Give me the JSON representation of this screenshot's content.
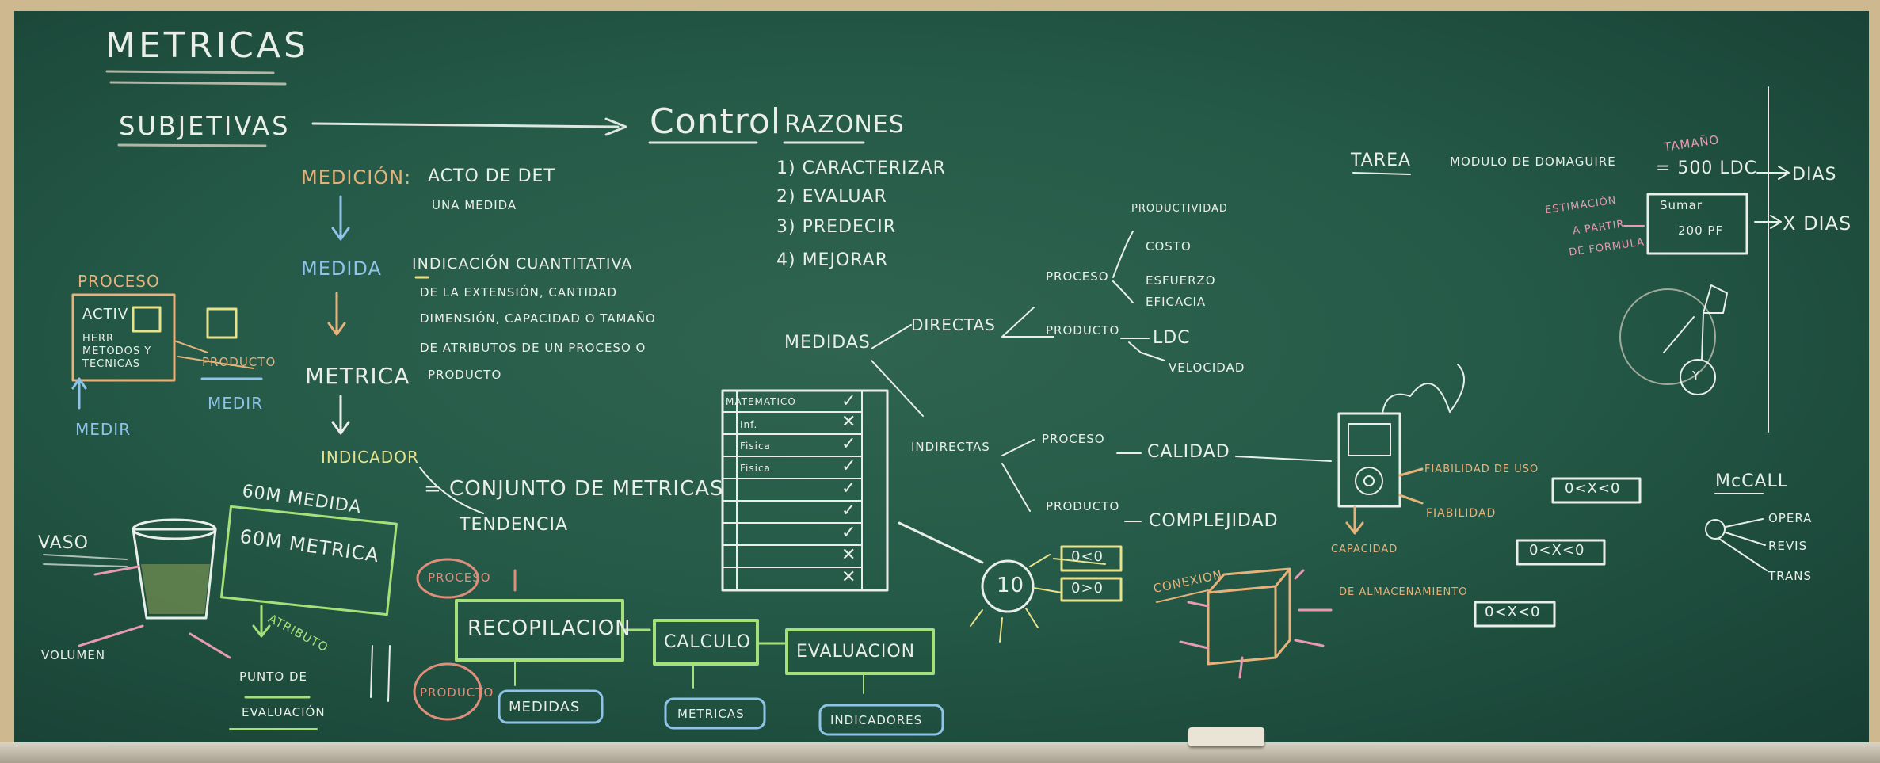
{
  "board": {
    "title": "METRICAS",
    "subjetivas": "SUBJETIVAS",
    "control": "Control",
    "razones": "RAZONES",
    "razones_list": [
      "1) CARACTERIZAR",
      "2) EVALUAR",
      "3) PREDECIR",
      "4) MEJORAR"
    ],
    "medicion": "MEDICIÓN:",
    "medicion_def": [
      "ACTO DE DET",
      "UNA MEDIDA"
    ],
    "medida": "MEDIDA",
    "medida_def": [
      "INDICACIÓN CUANTITATIVA",
      "DE LA EXTENSIÓN, CANTIDAD",
      "DIMENSIÓN, CAPACIDAD O TAMAÑO",
      "DE ATRIBUTOS DE UN PROCESO O",
      "PRODUCTO"
    ],
    "metrica": "METRICA",
    "indicador": "INDICADOR",
    "indicador_def": [
      "= CONJUNTO DE METRICAS",
      "TENDENCIA"
    ],
    "proceso_box": {
      "title": "PROCESO",
      "items": [
        "ACTIV",
        "HERR",
        "METODOS Y",
        "TECNICAS"
      ],
      "producto": "PRODUCTO",
      "medir": "MEDIR",
      "medir2": "MEDIR"
    },
    "glass": {
      "vaso": "VASO",
      "volumen": "VOLUMEN",
      "label1": "60M MEDIDA",
      "label2": "60M METRICA",
      "atributo": "ATRIBUTO",
      "punto": [
        "PUNTO DE",
        "EVALUACIÓN"
      ]
    },
    "flow": {
      "proceso": "PROCESO",
      "producto": "PRODUCTO",
      "steps": [
        "RECOPILACION",
        "CALCULO",
        "EVALUACION"
      ],
      "outputs": [
        "MEDIDAS",
        "METRICAS",
        "INDICADORES"
      ]
    },
    "checklist": {
      "rows": [
        "MATEMATICO",
        "Inf.",
        "Fisica",
        "Fisica"
      ]
    },
    "medidas": {
      "label": "MEDIDAS",
      "directas": "DIRECTAS",
      "indirectas": "INDIRECTAS",
      "proceso": "PROCESO",
      "producto": "PRODUCTO",
      "proceso_items": [
        "PRODUCTIVIDAD",
        "COSTO",
        "ESFUERZO",
        "EFICACIA"
      ],
      "producto_items": [
        "LDC",
        "VELOCIDAD"
      ],
      "ind_proceso": "PROCESO",
      "calidad": "CALIDAD",
      "ind_producto": "PRODUCTO",
      "complejidad": "COMPLEJIDAD"
    },
    "sun": {
      "center": "10",
      "r1": "0<0",
      "r2": "0>0",
      "conexion": "CONEXION"
    },
    "device": {
      "fiab1": "FIABILIDAD DE USO",
      "fiab2": "FIABILIDAD",
      "capacidad": [
        "CAPACIDAD",
        "DE ALMACENAMIENTO"
      ],
      "ranges": [
        "0<X<0",
        "0<X<0",
        "0<X<0"
      ]
    },
    "tarea": {
      "label": "TAREA",
      "modulo": "MODULO DE DOMAGUIRE",
      "tamano": "TAMAÑO",
      "ldc": "= 500 LDC",
      "dias": "DIAS",
      "xdias": "X DIAS",
      "estimacion": [
        "ESTIMACIÓN",
        "A PARTIR",
        "DE FORMULA"
      ],
      "pf": [
        "Sumar",
        "200 PF"
      ],
      "y": "Y"
    },
    "mcall": {
      "title": "McCALL",
      "items": [
        "OPERA",
        "REVIS",
        "TRANS"
      ]
    }
  }
}
